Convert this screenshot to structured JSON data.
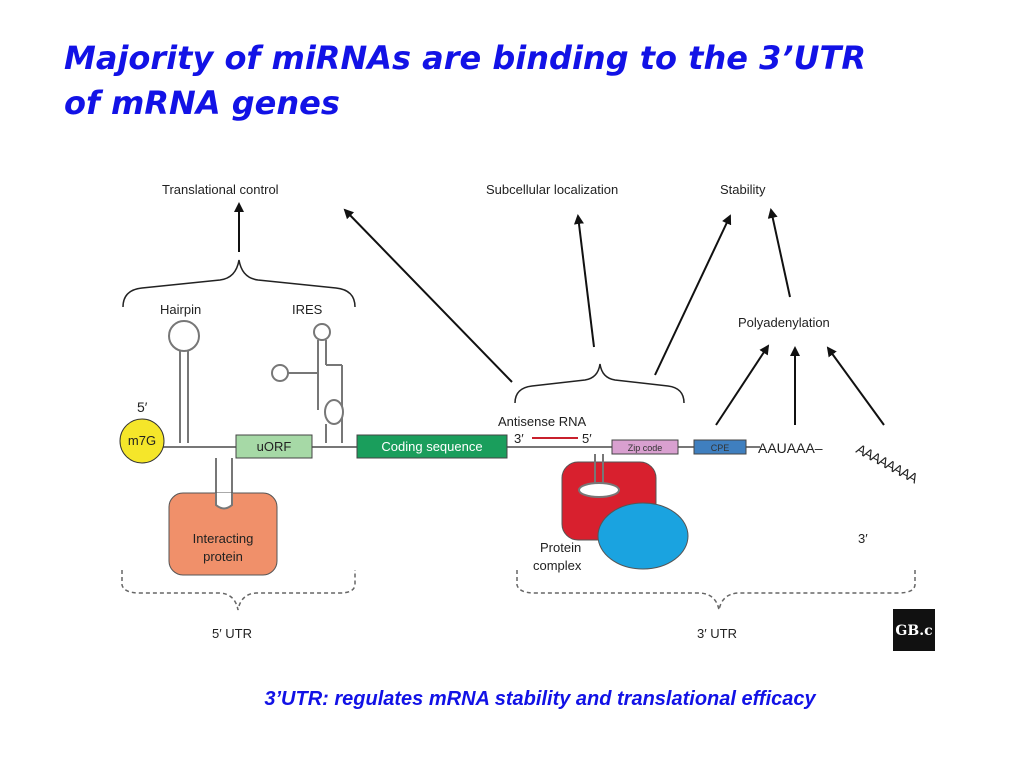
{
  "slide": {
    "title_line1": "Majority of miRNAs are binding to the 3’UTR",
    "title_line2": "of mRNA genes",
    "caption": "3’UTR: regulates mRNA stability and translational efficacy"
  },
  "figure": {
    "top_labels": {
      "translational_control": "Translational control",
      "subcellular_localization": "Subcellular localization",
      "stability": "Stability",
      "polyadenylation": "Polyadenylation"
    },
    "structure_labels": {
      "hairpin": "Hairpin",
      "ires": "IRES",
      "antisense_rna": "Antisense RNA"
    },
    "cap": {
      "prime": "5′",
      "label": "m7G"
    },
    "elements": {
      "uorf": "uORF",
      "coding_sequence": "Coding sequence",
      "antisense_3prime": "3′",
      "antisense_5prime": "5′",
      "zip_code": "Zip code",
      "cpe": "CPE",
      "signal": "AAUAAA–",
      "poly_a": "AAAAAAAA",
      "tail_3prime": "3′"
    },
    "proteins": {
      "interacting_line1": "Interacting",
      "interacting_line2": "protein",
      "complex_line1": "Protein",
      "complex_line2": "complex"
    },
    "regions": {
      "utr5": "5′ UTR",
      "utr3": "3′ UTR"
    },
    "logo": "GB.c"
  },
  "colors": {
    "title": "#1212e6",
    "coding_sequence": "#1a9e5c",
    "uorf": "#a6d9a6",
    "interacting_protein": "#f0906a",
    "cap": "#f5e62a",
    "protein_complex_red": "#d8202e",
    "protein_complex_blue": "#1aa3e0",
    "zip_code": "#d9a0d0",
    "cpe": "#3f7fbf"
  }
}
